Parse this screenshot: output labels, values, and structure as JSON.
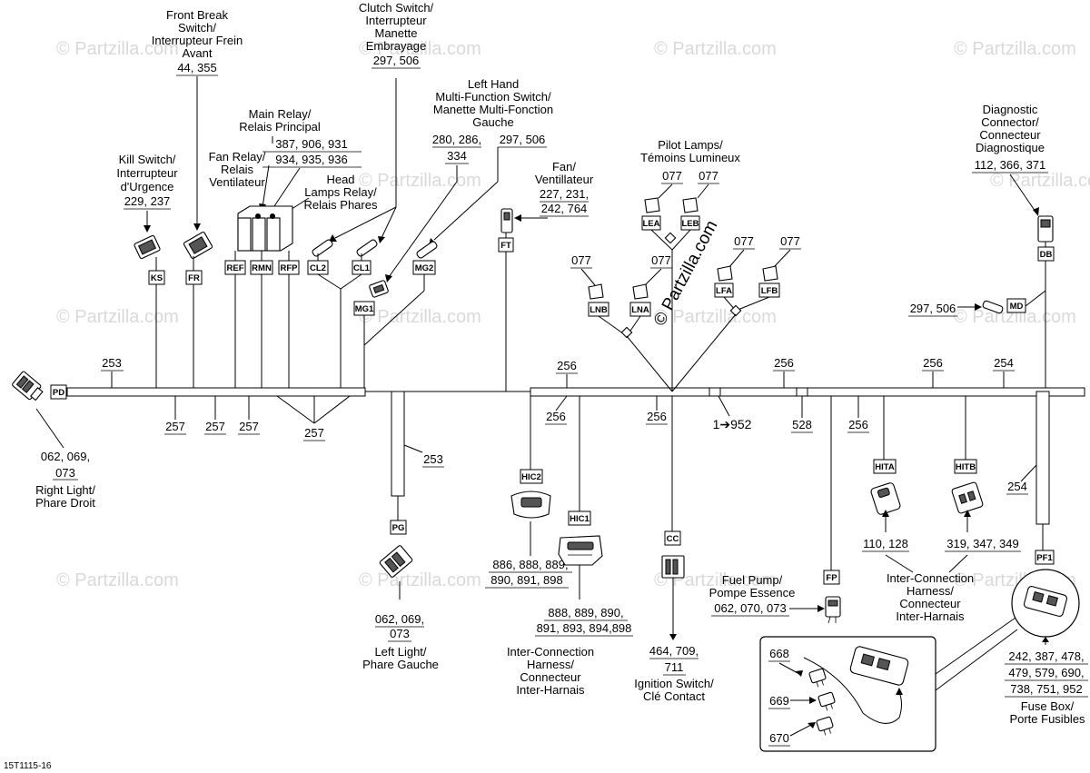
{
  "watermarks": [
    "© Partzilla.com",
    "© Partzilla.com",
    "© Partzilla.com",
    "© Partzilla.com",
    "© Partzilla.com",
    "© Partzilla.com",
    "© Partzilla.com",
    "© Partzilla.com",
    "© Partzilla.com",
    "© Partzilla.com",
    "© Partzilla.com",
    "© Partzilla.com",
    "© Partzilla.com",
    "© Partzilla.com"
  ],
  "center_watermark": "© Partzilla.com",
  "figure_code": "15T1115-16",
  "labels": {
    "front_brake": [
      "Front Break",
      "Switch/",
      "Interrupteur Frein",
      "Avant"
    ],
    "front_brake_parts": "44, 355",
    "clutch": [
      "Clutch Switch/",
      "Interrupteur",
      "Manette",
      "Embrayage"
    ],
    "clutch_parts": "297, 506",
    "main_relay": [
      "Main Relay/",
      "Relais Principal"
    ],
    "main_relay_parts": [
      "387, 906, 931",
      "934, 935, 936"
    ],
    "fan_relay": [
      "Fan Relay/",
      "Relais",
      "Ventilateur"
    ],
    "head_relay": [
      "Head",
      "Lamps Relay/",
      "Relais Phares"
    ],
    "kill": [
      "Kill Switch/",
      "Interrupteur",
      "d'Urgence"
    ],
    "kill_parts": "229, 237",
    "left_hand": [
      "Left Hand",
      "Multi-Function Switch/",
      "Manette Multi-Fonction",
      "Gauche"
    ],
    "left_hand_parts_a": [
      "280, 286,",
      "334"
    ],
    "left_hand_parts_b": "297, 506",
    "fan": [
      "Fan/",
      "Ventillateur"
    ],
    "fan_parts": [
      "227, 231,",
      "242, 764"
    ],
    "pilot": [
      "Pilot Lamps/",
      "Témoins Lumineux"
    ],
    "diag": [
      "Diagnostic",
      "Connector/",
      "Connecteur",
      "Diagnostique"
    ],
    "diag_parts": "112, 366, 371",
    "md_parts": "297, 506",
    "right_light_parts": [
      "062, 069,",
      "073"
    ],
    "right_light": [
      "Right Light/",
      "Phare Droit"
    ],
    "left_light_parts": [
      "062, 069,",
      "073"
    ],
    "left_light": [
      "Left Light/",
      "Phare Gauche"
    ],
    "hic2_parts": [
      "886, 888, 889,",
      "890, 891, 898"
    ],
    "hic1_parts": [
      "888, 889, 890,",
      "891, 893, 894,898"
    ],
    "interconn_left": [
      "Inter-Connection",
      "Harness/",
      "Connecteur",
      "Inter-Harnais"
    ],
    "cc_parts": [
      "464, 709,",
      "711"
    ],
    "ignition": [
      "Ignition Switch/",
      "Clé Contact"
    ],
    "fuel_pump": [
      "Fuel Pump/",
      "Pompe Essence"
    ],
    "fuel_pump_parts": "062, 070, 073",
    "hita_parts": "110, 128",
    "hitb_parts": "319, 347, 349",
    "interconn_right": [
      "Inter-Connection",
      "Harness/",
      "Connecteur",
      "Inter-Harnais"
    ],
    "fuse_parts": [
      "242, 387, 478,",
      "479, 579, 690,",
      "738, 751, 952"
    ],
    "fuse_box": [
      "Fuse Box/",
      "Porte Fusibles"
    ],
    "fuses": [
      "668",
      "669",
      "670"
    ],
    "pilot_077": [
      "077",
      "077",
      "077",
      "077",
      "077",
      "077"
    ],
    "harness_ref": "1➔952",
    "harness_528": "528"
  },
  "harness_numbers": {
    "h253_top": "253",
    "h253_vert": "253",
    "h257": [
      "257",
      "257",
      "257",
      "257"
    ],
    "h256": [
      "256",
      "256",
      "256",
      "256",
      "256",
      "256"
    ],
    "h254_top": "254",
    "h254_vert": "254"
  },
  "tags": [
    "PD",
    "KS",
    "FR",
    "REF",
    "RMN",
    "RFP",
    "CL2",
    "CL1",
    "MG1",
    "MG2",
    "FT",
    "LEA",
    "LEB",
    "LNB",
    "LNA",
    "LFA",
    "LFB",
    "DB",
    "MD",
    "PG",
    "HIC2",
    "HIC1",
    "CC",
    "FP",
    "HITA",
    "HITB",
    "PF1"
  ]
}
